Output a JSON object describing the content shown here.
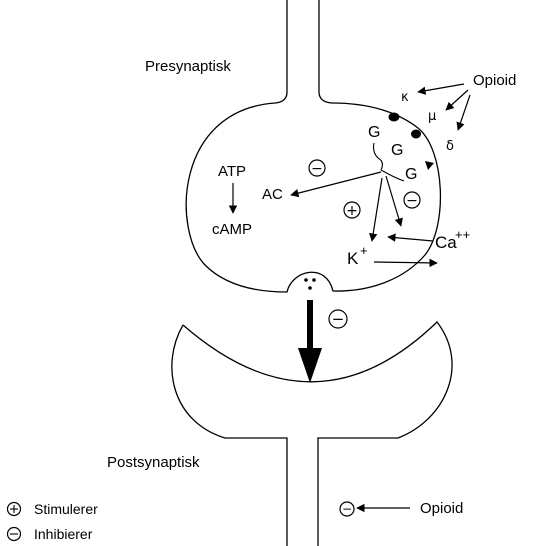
{
  "labels": {
    "presynaptic": "Presynaptisk",
    "postsynaptic": "Postsynaptisk",
    "opioid_top": "Opioid",
    "opioid_bottom": "Opioid",
    "kappa": "κ",
    "mu": "μ",
    "delta": "δ",
    "g1": "G",
    "g2": "G",
    "g3": "G",
    "atp": "ATP",
    "camp": "cAMP",
    "ac": "AC",
    "k": "K",
    "k_sup": "+",
    "ca": "Ca",
    "ca_sup": "++"
  },
  "signs": {
    "inhibit_ac": "−",
    "stimulate_k": "+",
    "inhibit_ca": "−",
    "inhibit_release": "−",
    "inhibit_post": "−"
  },
  "legend": {
    "stimulates": "Stimulerer",
    "inhibits": "Inhibierer"
  }
}
